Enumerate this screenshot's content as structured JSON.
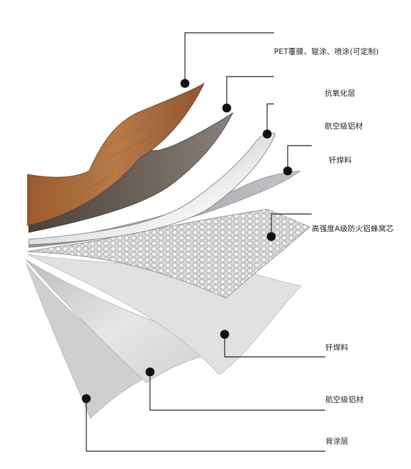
{
  "diagram": {
    "layers": [
      {
        "id": "pet",
        "label": "PET覆膜、辊涂、喷涂(可定制)"
      },
      {
        "id": "antioxide",
        "label": "抗氧化层"
      },
      {
        "id": "alu-top",
        "label": "航空级铝材"
      },
      {
        "id": "solder-top",
        "label": "钎焊料"
      },
      {
        "id": "honeycomb",
        "label": "高强度A级防火铝蜂窝芯"
      },
      {
        "id": "solder-bottom",
        "label": "钎焊料"
      },
      {
        "id": "alu-bottom",
        "label": "航空级铝材"
      },
      {
        "id": "back-coat",
        "label": "背涂层"
      }
    ],
    "colors": {
      "wood": "#a8683a",
      "antioxide": "#5e554e",
      "aluminum": "#c9cacc",
      "honeycomb": "#d4d4d4",
      "sheet": "#d7d7d7",
      "line": "#1a1a1a"
    }
  }
}
